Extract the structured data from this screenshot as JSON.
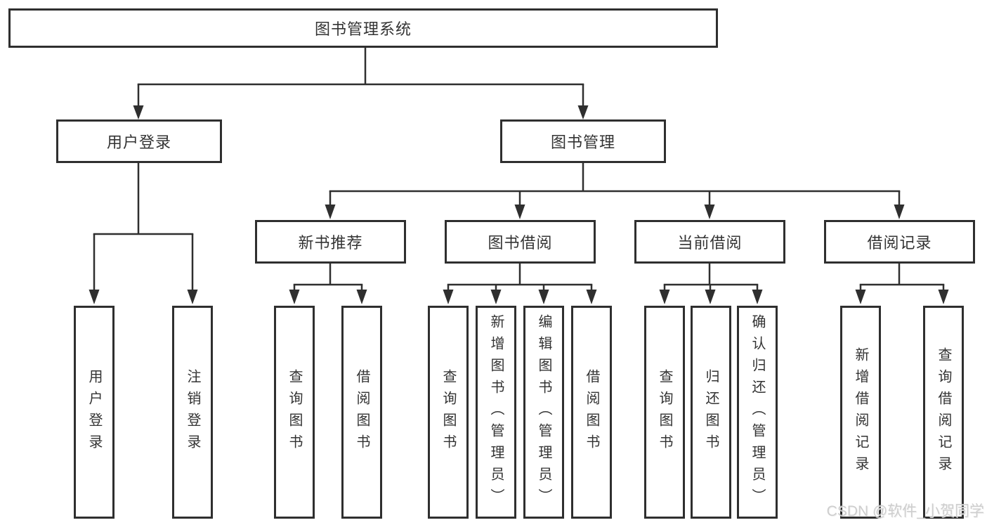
{
  "tree": {
    "root": "图书管理系统",
    "children": [
      {
        "label": "用户登录",
        "children": [
          "用户登录",
          "注销登录"
        ]
      },
      {
        "label": "图书管理",
        "children": [
          {
            "label": "新书推荐",
            "children": [
              "查询图书",
              "借阅图书"
            ]
          },
          {
            "label": "图书借阅",
            "children": [
              "查询图书",
              "新增图书（管理员）",
              "编辑图书（管理员）",
              "借阅图书"
            ]
          },
          {
            "label": "当前借阅",
            "children": [
              "查询图书",
              "归还图书",
              "确认归还（管理员）"
            ]
          },
          {
            "label": "借阅记录",
            "children": [
              "新增借阅记录",
              "查询借阅记录"
            ]
          }
        ]
      }
    ]
  },
  "watermark": "CSDN @软件_小贺同学",
  "colors": {
    "line": "#2f2f2f",
    "box_border": "#2f2f2f",
    "text": "#333333",
    "background": "#ffffff",
    "watermark": "#c9c9c9"
  }
}
